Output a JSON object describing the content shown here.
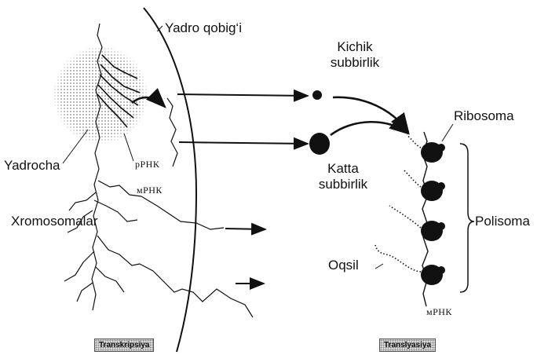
{
  "labels": {
    "nuclear_envelope": "Yadro qobig‘i",
    "small_subunit": "Kichik subbirlik",
    "small_subunit_l1": "Kichik",
    "small_subunit_l2": "subbirlik",
    "ribosome": "Ribosoma",
    "nucleolus": "Yadrocha",
    "rrna": "рРНК",
    "large_subunit_l1": "Katta",
    "large_subunit_l2": "subbirlik",
    "mrna_nucleus": "мРНК",
    "polysome": "Polisoma",
    "chromosomes": "Xromosomalar",
    "protein": "Oqsil",
    "mrna_cytoplasm": "мРНК"
  },
  "badges": {
    "transcription": "Transkripsiya",
    "translation": "Translyasiya"
  },
  "colors": {
    "ink": "#111111",
    "nucleolus_fill": "#c8c8c8",
    "badge_bg": "#d8d8d8"
  }
}
